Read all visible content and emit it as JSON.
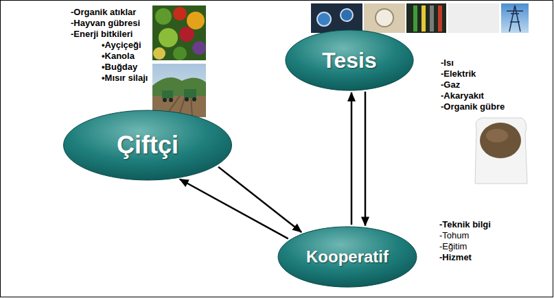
{
  "diagram": {
    "nodes": [
      {
        "text": [
          "Tesis"
        ]
      },
      {
        "text": [
          "Çiftçi"
        ]
      },
      {
        "text": [
          "Kooperatif"
        ]
      }
    ],
    "edges": [
      {
        "from": 1,
        "to": 2,
        "arrow": "to"
      },
      {
        "from": 2,
        "to": 1,
        "arrow": "to"
      },
      {
        "from": 2,
        "to": 0,
        "arrow": "to"
      },
      {
        "from": 0,
        "to": 2,
        "arrow": "to"
      }
    ],
    "labels": [
      "-Organik atıklar",
      "-Hayvan gübresi",
      "-Enerji bitkileri",
      "•Ayçiçeği",
      "•Kanola",
      "•Buğday",
      "•Mısır silajı",
      "-Isı",
      "-Elektrik",
      "-Gaz",
      "-Akaryakıt",
      "-Organik gübre",
      "-Teknik bilgi",
      "-Tohum",
      "-Eğitim",
      "-Hizmet"
    ]
  }
}
